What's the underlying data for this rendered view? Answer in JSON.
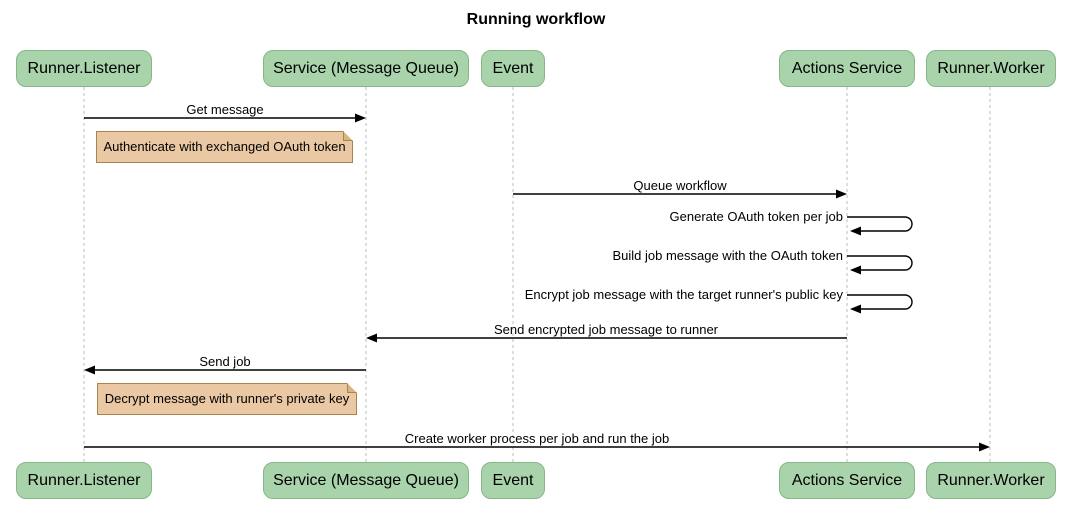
{
  "title": "Running workflow",
  "participants": [
    {
      "label": "Runner.Listener"
    },
    {
      "label": "Service (Message Queue)"
    },
    {
      "label": "Event"
    },
    {
      "label": "Actions Service"
    },
    {
      "label": "Runner.Worker"
    }
  ],
  "messages": [
    {
      "label": "Get message",
      "from": "Runner.Listener",
      "to": "Service (Message Queue)"
    },
    {
      "label": "Queue workflow",
      "from": "Event",
      "to": "Actions Service"
    },
    {
      "label": "Generate OAuth token per job",
      "from": "Actions Service",
      "to": "Actions Service",
      "self": true
    },
    {
      "label": "Build job message with the OAuth token",
      "from": "Actions Service",
      "to": "Actions Service",
      "self": true
    },
    {
      "label": "Encrypt job message with the target runner's public key",
      "from": "Actions Service",
      "to": "Actions Service",
      "self": true
    },
    {
      "label": "Send encrypted job message to runner",
      "from": "Actions Service",
      "to": "Service (Message Queue)"
    },
    {
      "label": "Send job",
      "from": "Service (Message Queue)",
      "to": "Runner.Listener"
    },
    {
      "label": "Create worker process per job and run the job",
      "from": "Runner.Listener",
      "to": "Runner.Worker"
    }
  ],
  "notes": [
    {
      "text": "Authenticate with exchanged OAuth token",
      "over": "Runner.Listener"
    },
    {
      "text": "Decrypt message with runner's private key",
      "over": "Runner.Listener"
    }
  ],
  "colors": {
    "background": "#ffffff",
    "actor_fill": "#a9d3ab",
    "actor_border": "#86b588",
    "note_fill": "#eac8a3",
    "note_fold": "#d9b583",
    "note_border": "#a8834f",
    "lifeline": "#bcbcbc",
    "line": "#000000",
    "text": "#000000"
  }
}
